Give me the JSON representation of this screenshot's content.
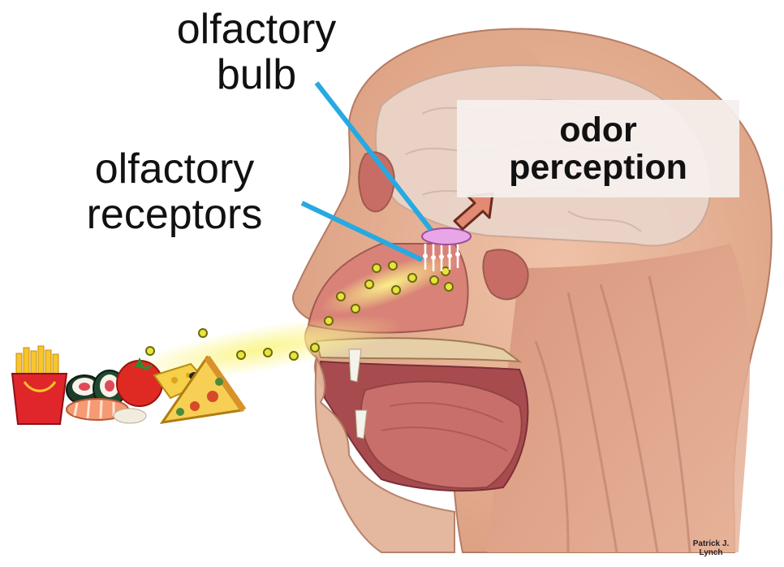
{
  "labels": {
    "olfactory_bulb": [
      "olfactory",
      "bulb"
    ],
    "olfactory_receptors": [
      "olfactory",
      "receptors"
    ],
    "odor_perception": [
      "odor",
      "perception"
    ]
  },
  "credit": [
    "Patrick J.",
    "Lynch"
  ],
  "colors": {
    "leader_line": "#27a9e1",
    "bulb": "#e9a6e6",
    "arrow": "#e28a74",
    "odor_particles": "#e8e43a",
    "skin": "#e8b99c",
    "muscle": "#c9786e"
  },
  "icons": [
    "french-fries-icon",
    "sushi-icon",
    "tomato-icon",
    "cheese-icon",
    "pizza-icon",
    "shrimp-icon"
  ]
}
